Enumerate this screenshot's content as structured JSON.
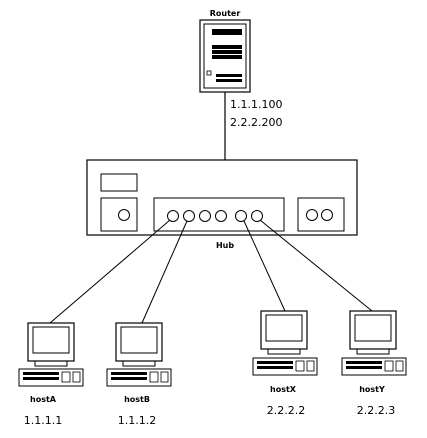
{
  "router": {
    "label": "Router",
    "ips": [
      "1.1.1.100",
      "2.2.2.200"
    ]
  },
  "hub": {
    "label": "Hub"
  },
  "hosts": [
    {
      "name": "hostA",
      "ip": "1.1.1.1"
    },
    {
      "name": "hostB",
      "ip": "1.1.1.2"
    },
    {
      "name": "hostX",
      "ip": "2.2.2.2"
    },
    {
      "name": "hostY",
      "ip": "2.2.2.3"
    }
  ],
  "colors": {
    "line": "#000000",
    "background": "#ffffff"
  }
}
